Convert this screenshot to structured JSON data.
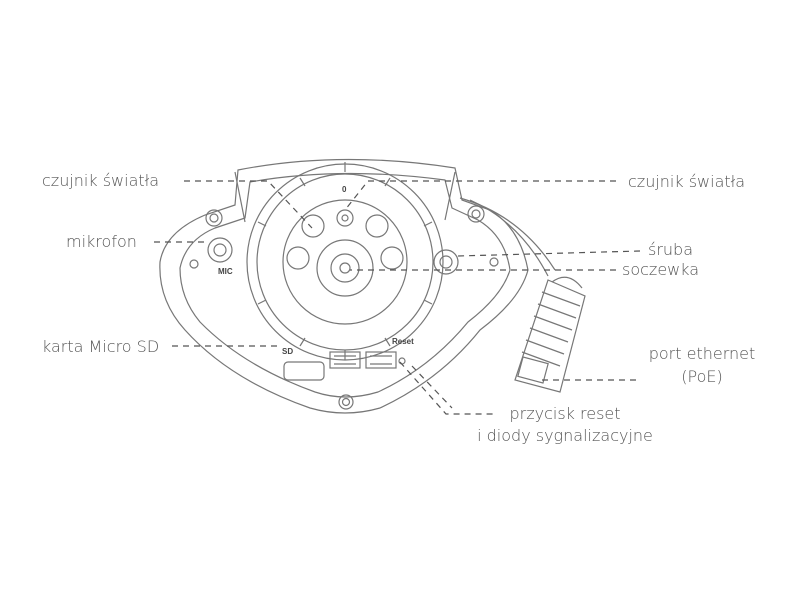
{
  "labels": {
    "light_sensor_left": "czujnik światła",
    "light_sensor_right": "czujnik światła",
    "microphone": "mikrofon",
    "screw": "śruba",
    "lens": "soczewka",
    "micro_sd": "karta Micro SD",
    "ethernet_line1": "port ethernet",
    "ethernet_line2": "(PoE)",
    "reset_line1": "przycisk reset",
    "reset_line2": "i diody sygnalizacyjne"
  },
  "device_marks": {
    "mic": "MIC",
    "sd": "SD",
    "reset": "Reset",
    "zero": "0"
  },
  "colors": {
    "line": "#555555",
    "text": "#555555"
  }
}
